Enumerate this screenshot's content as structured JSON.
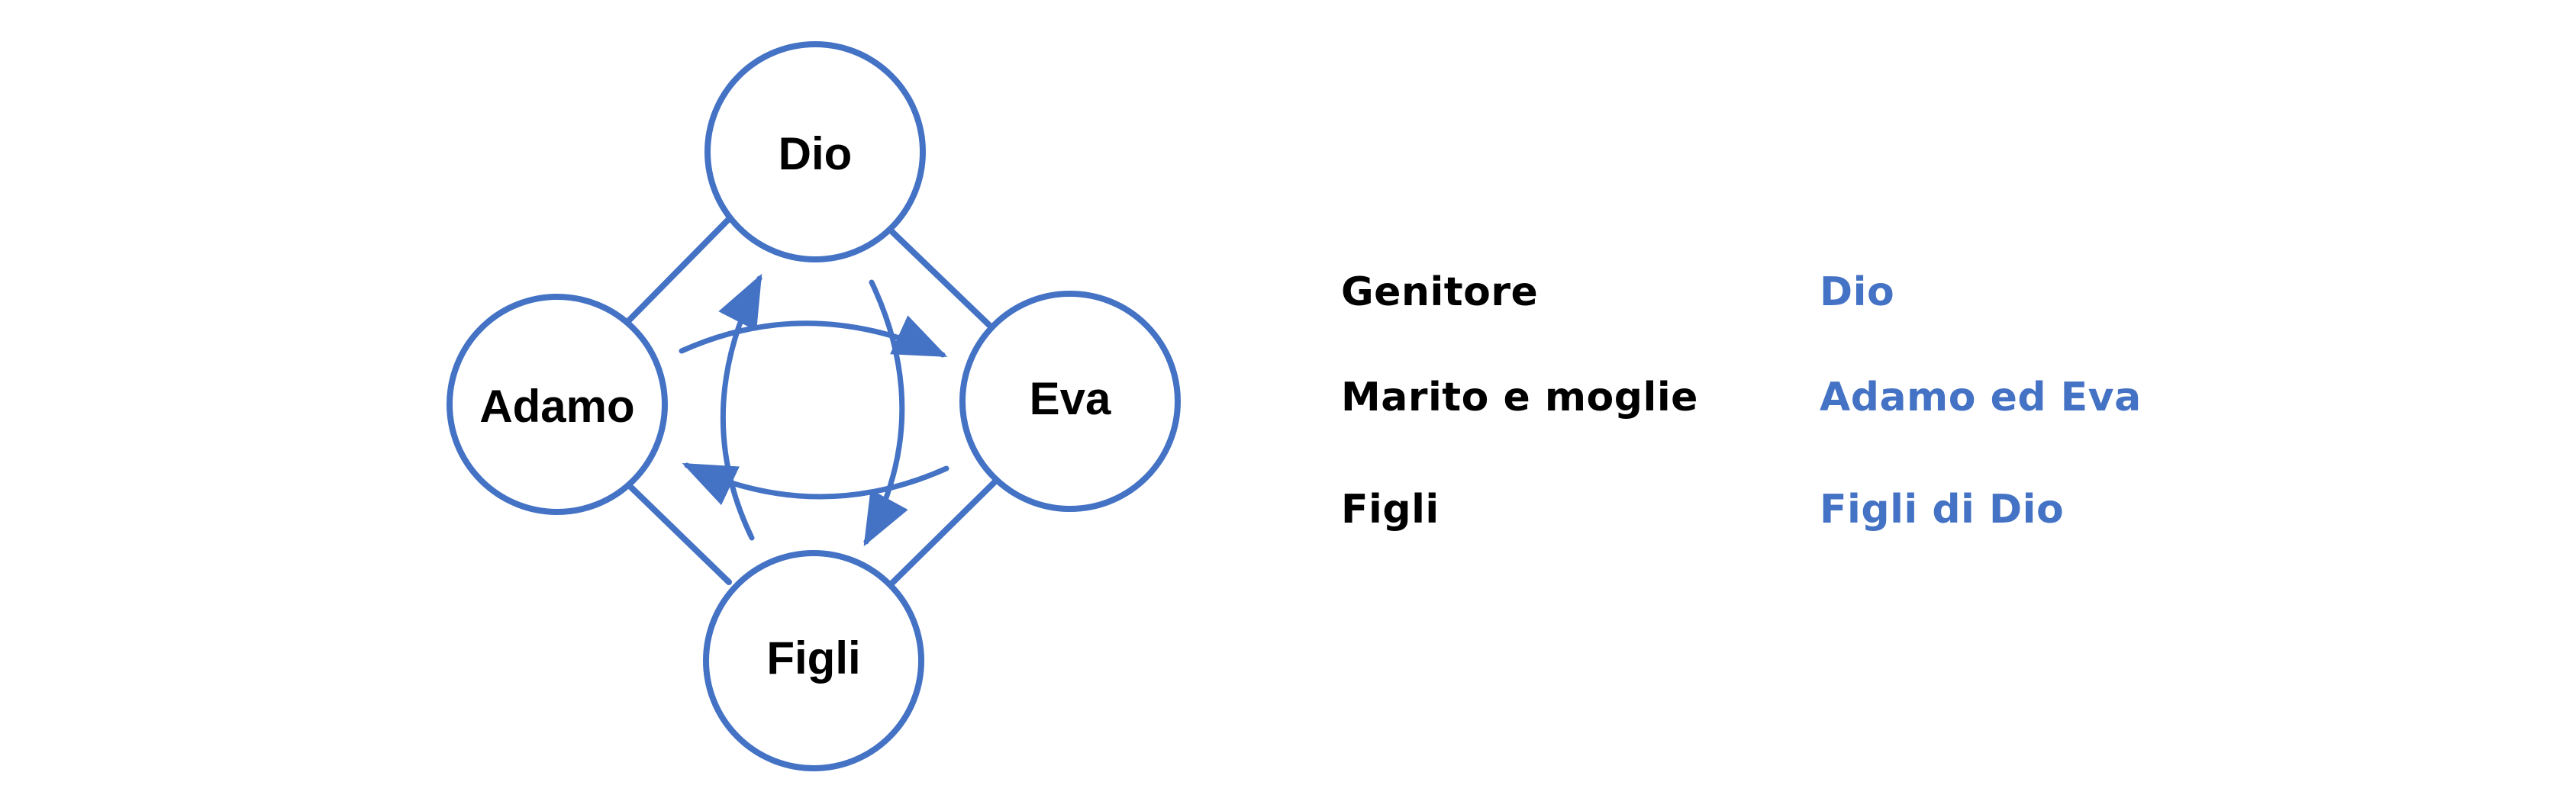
{
  "colors": {
    "accent": "#4472C4",
    "text": "#000000",
    "background": "#FFFFFF"
  },
  "nodes": {
    "top": {
      "label": "Dio"
    },
    "left": {
      "label": "Adamo"
    },
    "right": {
      "label": "Eva"
    },
    "bottom": {
      "label": "Figli"
    }
  },
  "legend": [
    {
      "term": "Genitore",
      "value": "Dio"
    },
    {
      "term": "Marito e moglie",
      "value": "Adamo ed Eva"
    },
    {
      "term": "Figli",
      "value": "Figli di Dio"
    }
  ]
}
